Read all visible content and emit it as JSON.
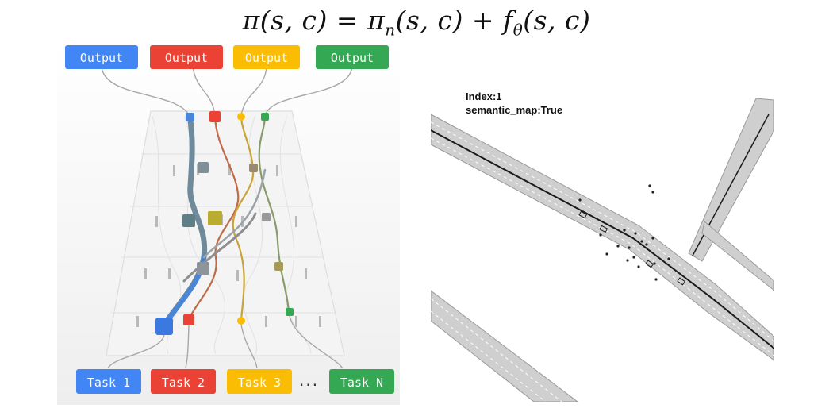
{
  "formula": {
    "pi_left": "π(s, c)",
    "equals": "=",
    "pi_main": "π",
    "pi_sub": "n",
    "pi_args": "(s, c)",
    "plus": "+",
    "f_main": "f",
    "f_sub": "θ",
    "f_args": "(s, c)"
  },
  "network": {
    "outputs": [
      {
        "label": "Output",
        "color": "#4285f4"
      },
      {
        "label": "Output",
        "color": "#ea4335"
      },
      {
        "label": "Output",
        "color": "#fbbc04"
      },
      {
        "label": "Output",
        "color": "#34a853"
      }
    ],
    "tasks": [
      {
        "label": "Task 1",
        "color": "#4285f4"
      },
      {
        "label": "Task 2",
        "color": "#ea4335"
      },
      {
        "label": "Task 3",
        "color": "#fbbc04"
      },
      {
        "label": "Task N",
        "color": "#34a853"
      }
    ],
    "ellipsis": "···"
  },
  "map": {
    "index_label": "Index:1",
    "semantic_label": "semantic_map:True",
    "road_color": "#cfcfcf",
    "lane_color": "#1a1a1a"
  }
}
